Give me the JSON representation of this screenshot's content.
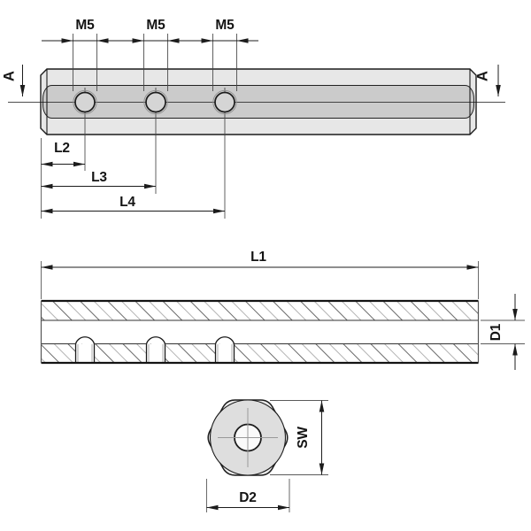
{
  "drawing": {
    "side_view": {
      "thread_labels": [
        "M5",
        "M5",
        "M5"
      ],
      "section_markers": {
        "left": "A",
        "right": "A"
      },
      "dims": {
        "l2": "L2",
        "l3": "L3",
        "l4": "L4"
      }
    },
    "section_view": {
      "dims": {
        "l1": "L1",
        "d1": "D1"
      }
    },
    "end_view": {
      "dims": {
        "sw": "SW",
        "d2": "D2"
      }
    },
    "colors": {
      "outline": "#1c1c1c",
      "body_light_fill": "#e7e7e7",
      "body_mid_fill": "#cbcbcb",
      "hole_fill": "#d5d5d5",
      "hex_fill": "#ececec",
      "flats_circle_fill": "#dedede",
      "bore_fill": "#fafafa",
      "hatch_dark": "#6a6a6a",
      "hatch_light": "#b3b3b3"
    }
  }
}
